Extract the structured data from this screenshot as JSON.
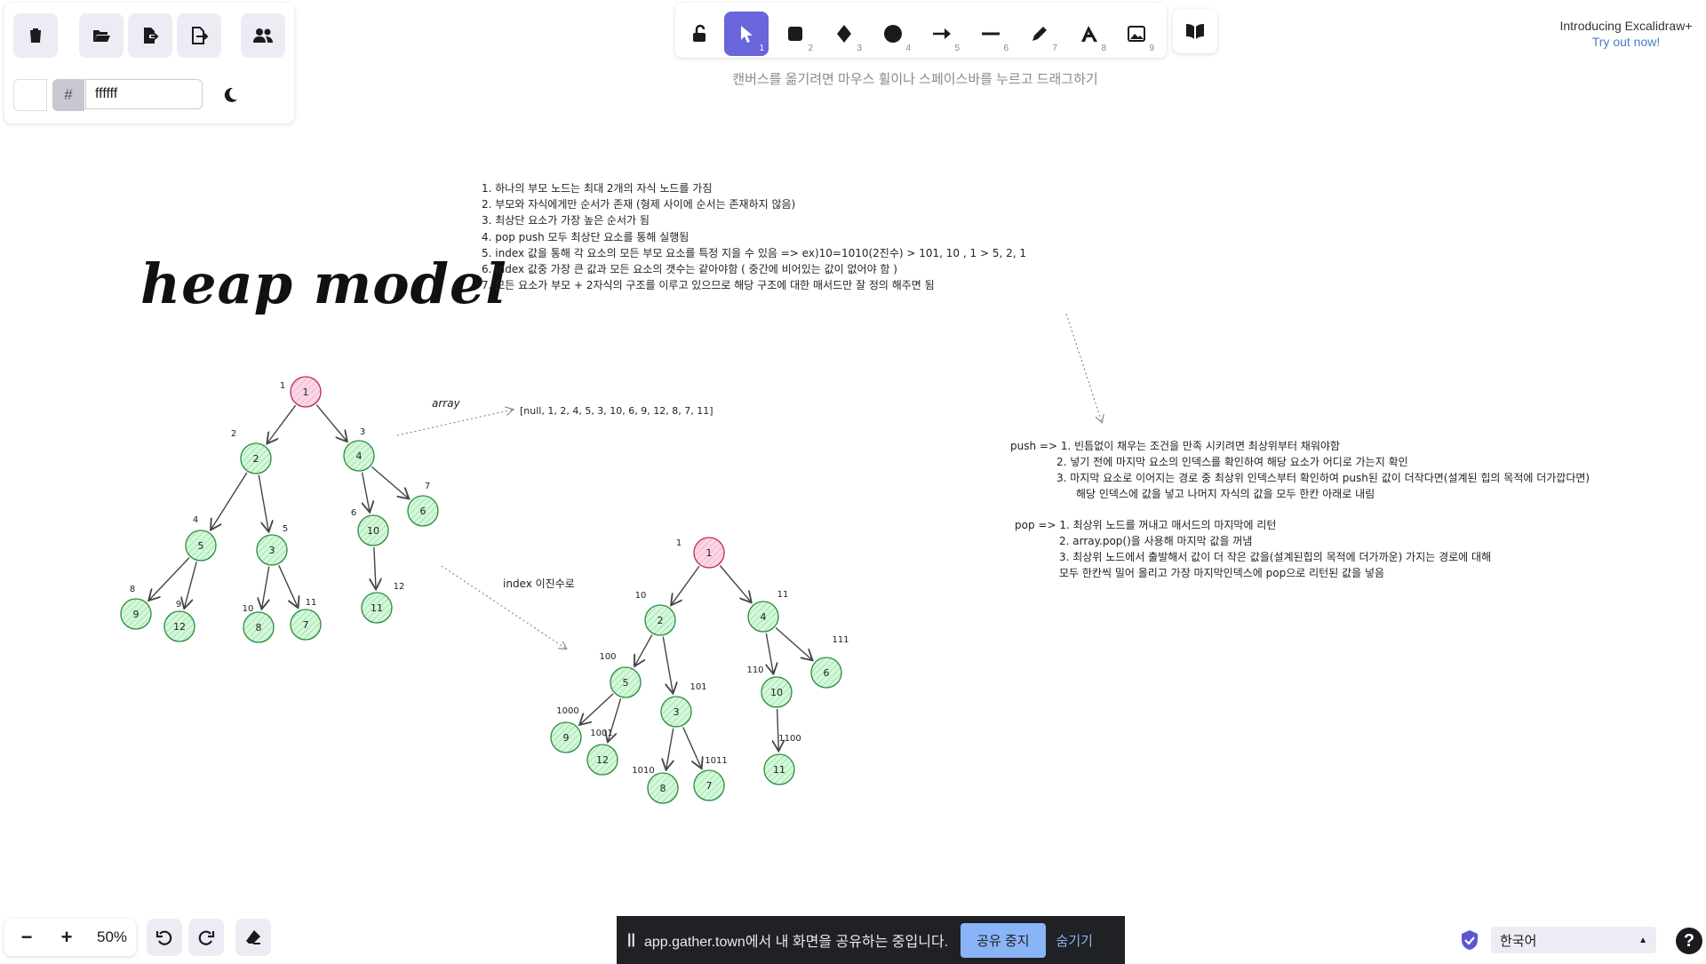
{
  "toolbar_left": {
    "buttons": [
      {
        "name": "clear-canvas-button",
        "icon": "trash-icon"
      },
      {
        "name": "open-button",
        "icon": "folder-open-icon"
      },
      {
        "name": "save-button",
        "icon": "file-export-icon"
      },
      {
        "name": "export-button",
        "icon": "file-export-arrow-icon"
      },
      {
        "name": "collaborate-button",
        "icon": "users-icon"
      }
    ],
    "bg_color_hash": "#",
    "bg_color_value": "ffffff",
    "theme_icon": "moon-icon"
  },
  "tools": [
    {
      "name": "lock-tool",
      "icon": "unlock-icon",
      "key": ""
    },
    {
      "name": "selection-tool",
      "icon": "pointer-icon",
      "key": "1"
    },
    {
      "name": "rectangle-tool",
      "icon": "square-icon",
      "key": "2"
    },
    {
      "name": "diamond-tool",
      "icon": "diamond-icon",
      "key": "3"
    },
    {
      "name": "ellipse-tool",
      "icon": "circle-icon",
      "key": "4"
    },
    {
      "name": "arrow-tool",
      "icon": "arrow-icon",
      "key": "5"
    },
    {
      "name": "line-tool",
      "icon": "line-icon",
      "key": "6"
    },
    {
      "name": "draw-tool",
      "icon": "pencil-icon",
      "key": "7"
    },
    {
      "name": "text-tool",
      "icon": "text-icon",
      "key": "8"
    },
    {
      "name": "image-tool",
      "icon": "image-icon",
      "key": "9"
    }
  ],
  "library_icon": "book-icon",
  "hint_text": "캔버스를 옮기려면 마우스 휠이나 스페이스바를 누르고 드래그하기",
  "promo": {
    "title": "Introducing Excalidraw+",
    "link": "Try out now!"
  },
  "canvas": {
    "title": "heap model",
    "notes": [
      "1. 하나의 부모 노드는 최대 2개의 자식 노드를 가짐",
      "2. 부모와 자식에게만 순서가 존재 (형제 사이에 순서는 존재하지 않음)",
      "3. 최상단 요소가 가장 높은 순서가 됨",
      "4. pop push 모두 최상단 요소를 통해 실행됨",
      "5. index 값을 통해 각 요소의 모든 부모 요소를 특정 지을 수 있음 => ex)10=1010(2진수) > 101, 10 , 1 > 5, 2, 1",
      "6. index 값중 가장 큰 값과 모든 요소의 갯수는 같아야함 ( 중간에 비어있는 값이 없어야 함 )",
      "7. 모든 요소가 부모 + 2자식의 구조를 이루고 있으므로 해당 구조에 대한 매서드만 잘 정의 해주면 됨"
    ],
    "array_label": "array",
    "array_text": "[null, 1, 2, 4, 5, 3, 10, 6, 9, 12, 8, 7, 11]",
    "binary_label": "index 이진수로",
    "push_lines": [
      "push => 1. 빈틈없이 채우는 조건을 만족 시키려면 최상위부터 채워야함",
      "2. 넣기 전에 마지막 요소의 인덱스를 확인하여 해당 요소가 어디로 가는지 확인",
      "3. 마지막 요소로 이어지는 경로 중 최상위 인덱스부터 확인하여 push된 값이 더작다면(설계된 힙의 목적에 더가깝다면)",
      "해당 인덱스에 값을 넣고 나머지 자식의 값을 모두 한칸 아래로 내림"
    ],
    "pop_lines": [
      "pop => 1. 최상위 노드를 꺼내고 매서드의 마지막에 리턴",
      "2. array.pop()을 사용해 마지막 값을 꺼냄",
      "3. 최상위 노드에서 출발해서 값이 더 작은 값을(설계된힙의 목적에 더가까운) 가지는 경로에 대해",
      "모두 한칸씩 밀어 올리고 가장 마지막인덱스에 pop으로 리턴된 값을 넣음"
    ],
    "tree1": {
      "nodes": [
        {
          "v": "1",
          "idx": "1",
          "root": true
        },
        {
          "v": "2",
          "idx": "2"
        },
        {
          "v": "4",
          "idx": "3"
        },
        {
          "v": "5",
          "idx": "4"
        },
        {
          "v": "3",
          "idx": "5"
        },
        {
          "v": "10",
          "idx": "6"
        },
        {
          "v": "6",
          "idx": "7"
        },
        {
          "v": "9",
          "idx": "8"
        },
        {
          "v": "12",
          "idx": "9"
        },
        {
          "v": "8",
          "idx": "10"
        },
        {
          "v": "7",
          "idx": "11"
        },
        {
          "v": "11",
          "idx": "12"
        }
      ]
    },
    "tree2": {
      "nodes": [
        {
          "v": "1",
          "idx": "1",
          "root": true
        },
        {
          "v": "2",
          "idx": "10"
        },
        {
          "v": "4",
          "idx": "11"
        },
        {
          "v": "5",
          "idx": "100"
        },
        {
          "v": "3",
          "idx": "101"
        },
        {
          "v": "10",
          "idx": "110"
        },
        {
          "v": "6",
          "idx": "111"
        },
        {
          "v": "9",
          "idx": "1000"
        },
        {
          "v": "12",
          "idx": "1001"
        },
        {
          "v": "8",
          "idx": "1010"
        },
        {
          "v": "7",
          "idx": "1011"
        },
        {
          "v": "11",
          "idx": "1100"
        }
      ]
    }
  },
  "zoom": {
    "minus": "−",
    "plus": "+",
    "level": "50%"
  },
  "history": {
    "undo_icon": "undo-icon",
    "redo_icon": "redo-icon",
    "eraser_icon": "eraser-icon"
  },
  "share_bar": {
    "text": "app.gather.town에서 내 화면을 공유하는 중입니다.",
    "stop": "공유 중지",
    "hide": "숨기기"
  },
  "language": {
    "value": "한국어"
  },
  "help_icon": "help-icon",
  "shield_icon": "shield-check-icon",
  "colors": {
    "accent": "#6965db",
    "root_fill": "#f4c2d7",
    "root_stroke": "#c2255c",
    "node_fill": "#d3f9d8",
    "node_stroke": "#2b8a3e",
    "share_bg": "#202124",
    "share_btn": "#8ab4f8"
  }
}
